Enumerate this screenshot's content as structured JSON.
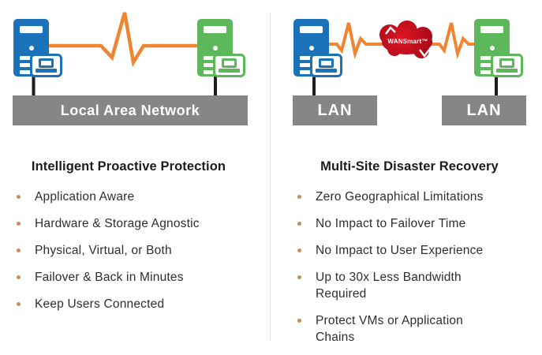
{
  "left_panel": {
    "network_bar": "Local Area Network",
    "heading": "Intelligent Proactive Protection",
    "bullets": [
      "Application Aware",
      "Hardware & Storage Agnostic",
      "Physical, Virtual, or Both",
      "Failover & Back in Minutes",
      "Keep Users Connected"
    ]
  },
  "right_panel": {
    "lan_bar_left": "LAN",
    "lan_bar_right": "LAN",
    "wan_cloud_label": "WANSmart™",
    "heading": "Multi-Site Disaster Recovery",
    "bullets": [
      "Zero Geographical Limitations",
      "No Impact to Failover Time",
      "No Impact to User Experience",
      "Up to 30x Less Bandwidth Required",
      "Protect VMs or Application Chains"
    ]
  },
  "icons": {
    "server": "tower-server",
    "laptop": "laptop",
    "pulse": "heartbeat-line",
    "cloud": "wan-cloud",
    "cloud_arrows": "sync-arrows",
    "bullet": "dot"
  },
  "colors": {
    "server_blue": "#1b72b8",
    "server_green": "#5cb85a",
    "pulse_orange": "#ef8532",
    "bar_gray": "#868686",
    "cloud_red": "#c40b20",
    "cable_black": "#1d1d1d",
    "bullet_orange": "#cf8a55",
    "heading_text": "#1c1c1c",
    "body_text": "#2e2e2e",
    "divider_gray": "#e3e3e3"
  }
}
